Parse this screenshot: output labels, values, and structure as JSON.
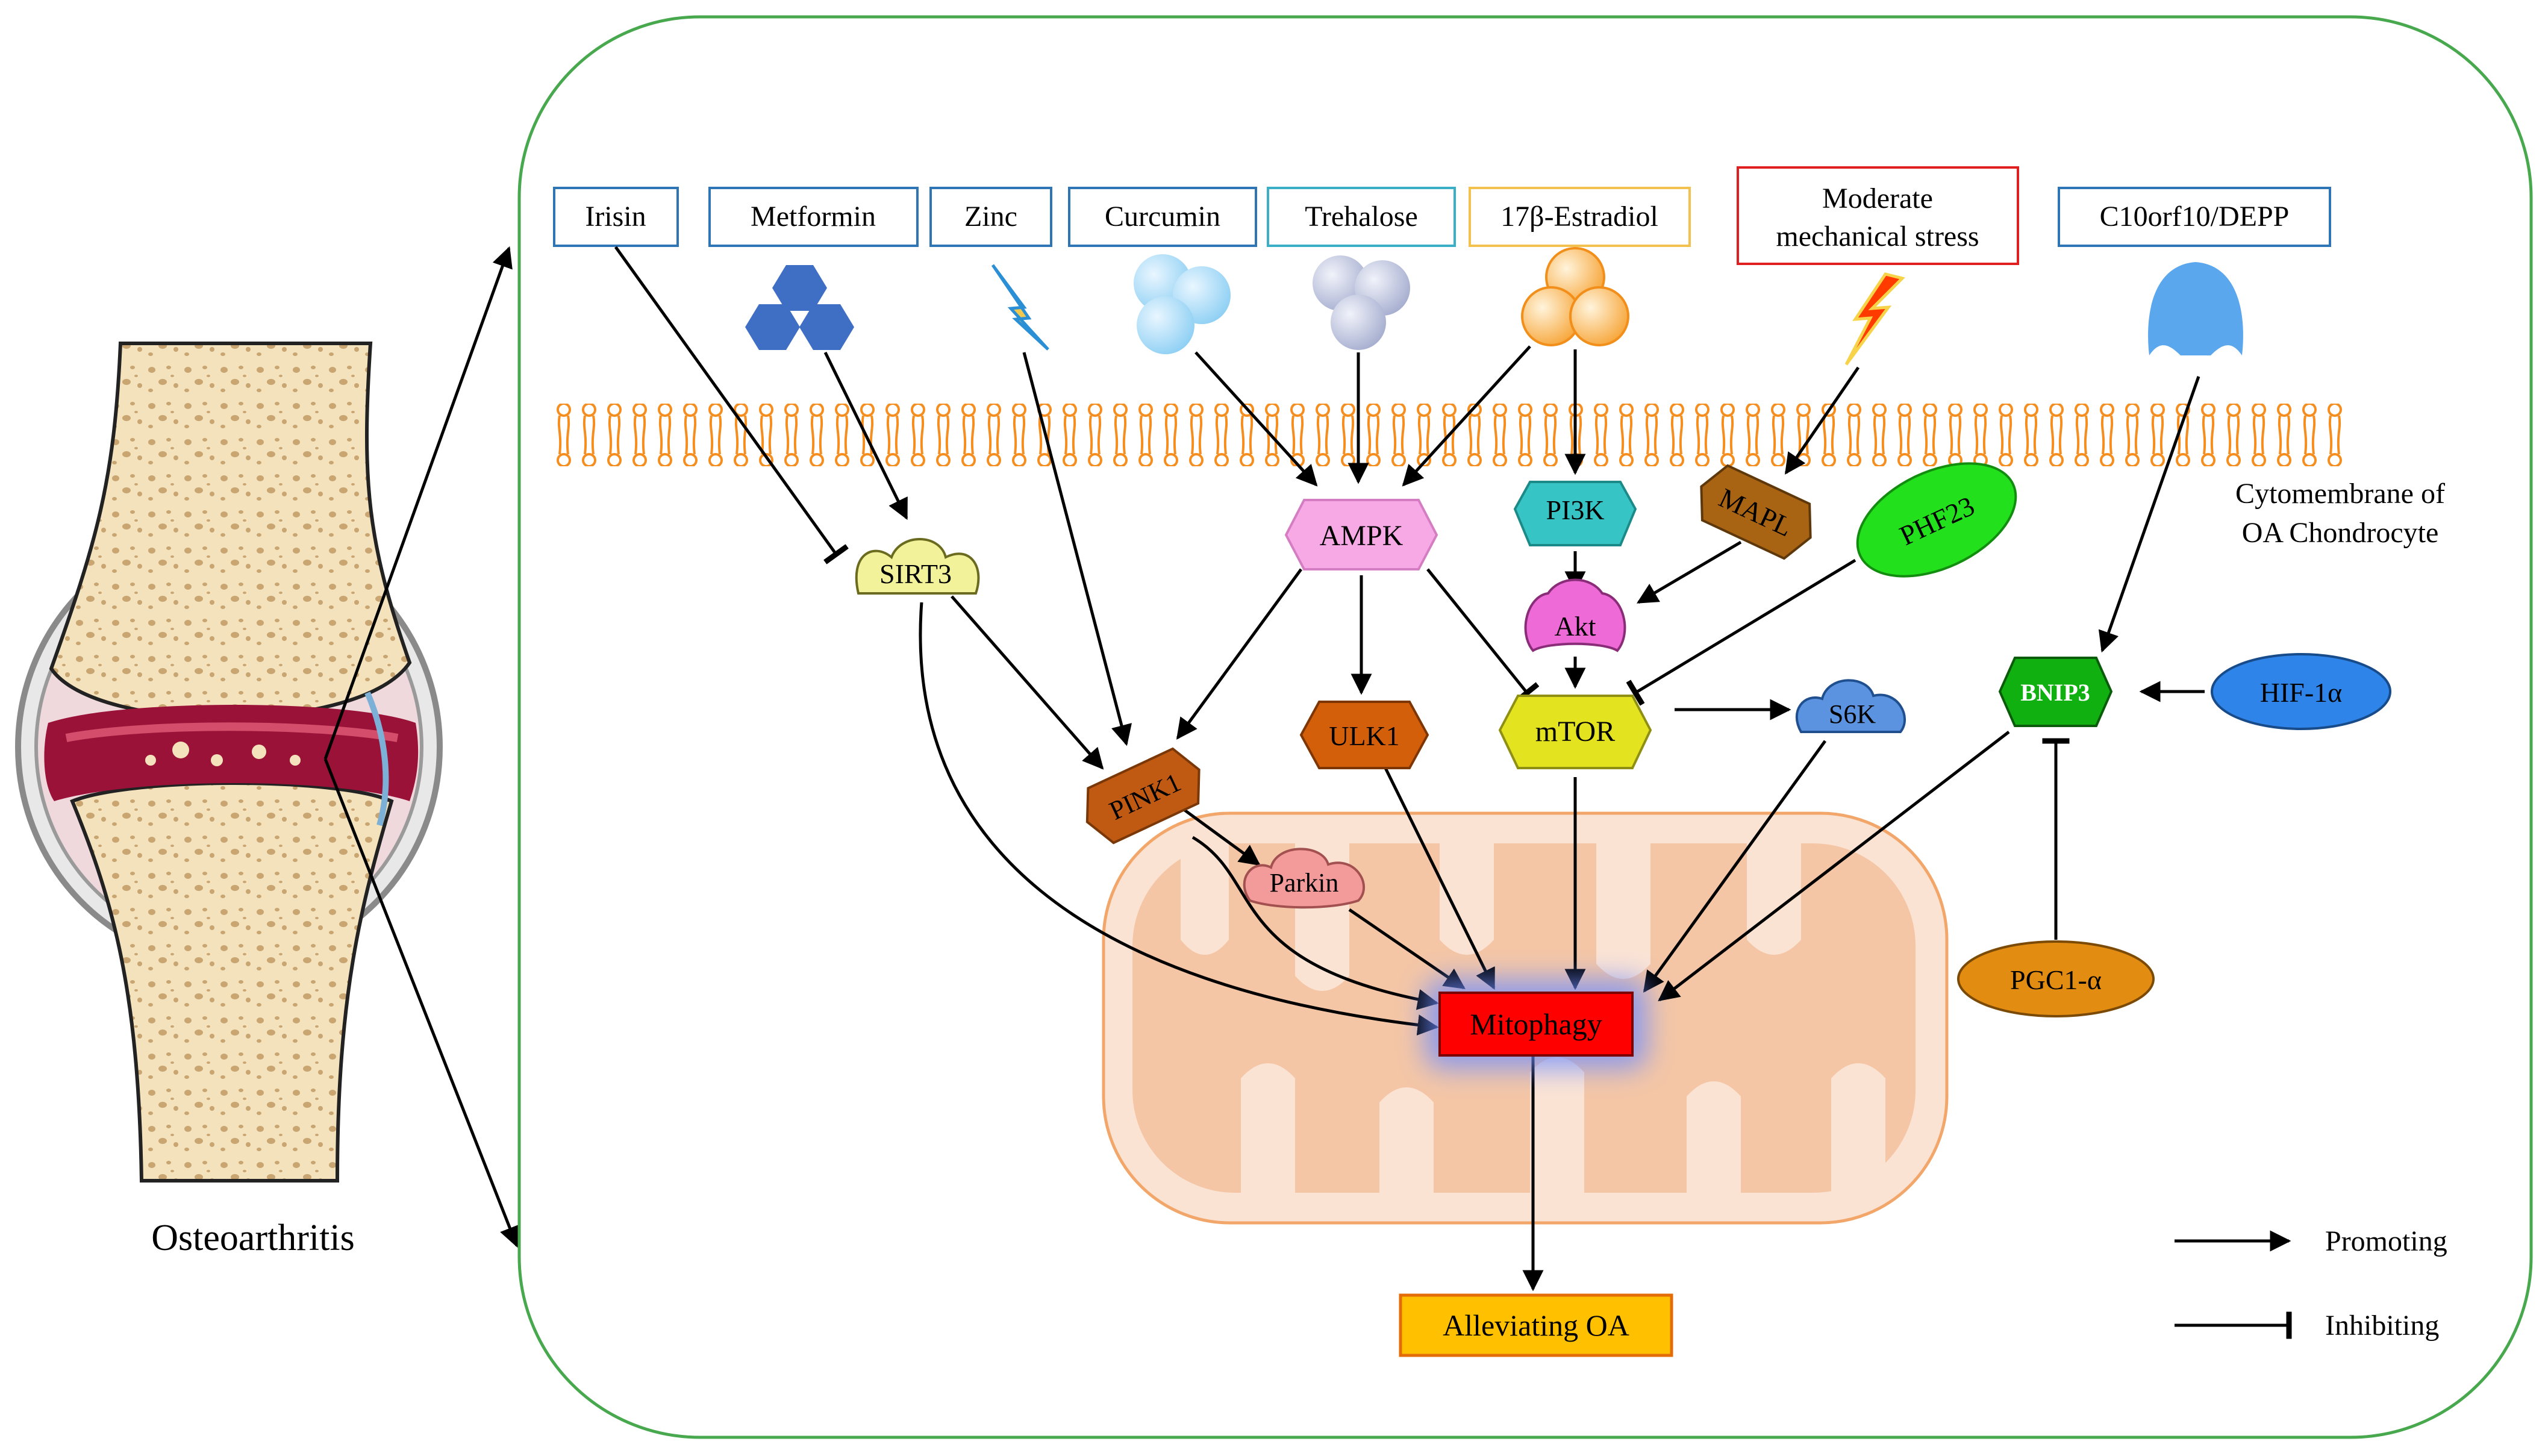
{
  "diagram": {
    "left_label": "Osteoarthritis",
    "membrane_label_line1": "Cytomembrane of",
    "membrane_label_line2": "OA Chondrocyte",
    "inducers": {
      "irisin": "Irisin",
      "metformin": "Metformin",
      "zinc": "Zinc",
      "curcumin": "Curcumin",
      "trehalose": "Trehalose",
      "estradiol": "17β-Estradiol",
      "stress_line1": "Moderate",
      "stress_line2": "mechanical stress",
      "depp": "C10orf10/DEPP"
    },
    "nodes": {
      "sirt3": "SIRT3",
      "ampk": "AMPK",
      "pi3k": "PI3K",
      "mapl": "MAPL",
      "phf23": "PHF23",
      "akt": "Akt",
      "mtor": "mTOR",
      "s6k": "S6K",
      "ulk1": "ULK1",
      "pink1": "PINK1",
      "parkin": "Parkin",
      "bnip3": "BNIP3",
      "hif1a": "HIF-1α",
      "pgc1a": "PGC1-α",
      "mitophagy": "Mitophagy",
      "outcome": "Alleviating OA"
    },
    "legend": {
      "promoting": "Promoting",
      "inhibiting": "Inhibiting"
    }
  }
}
